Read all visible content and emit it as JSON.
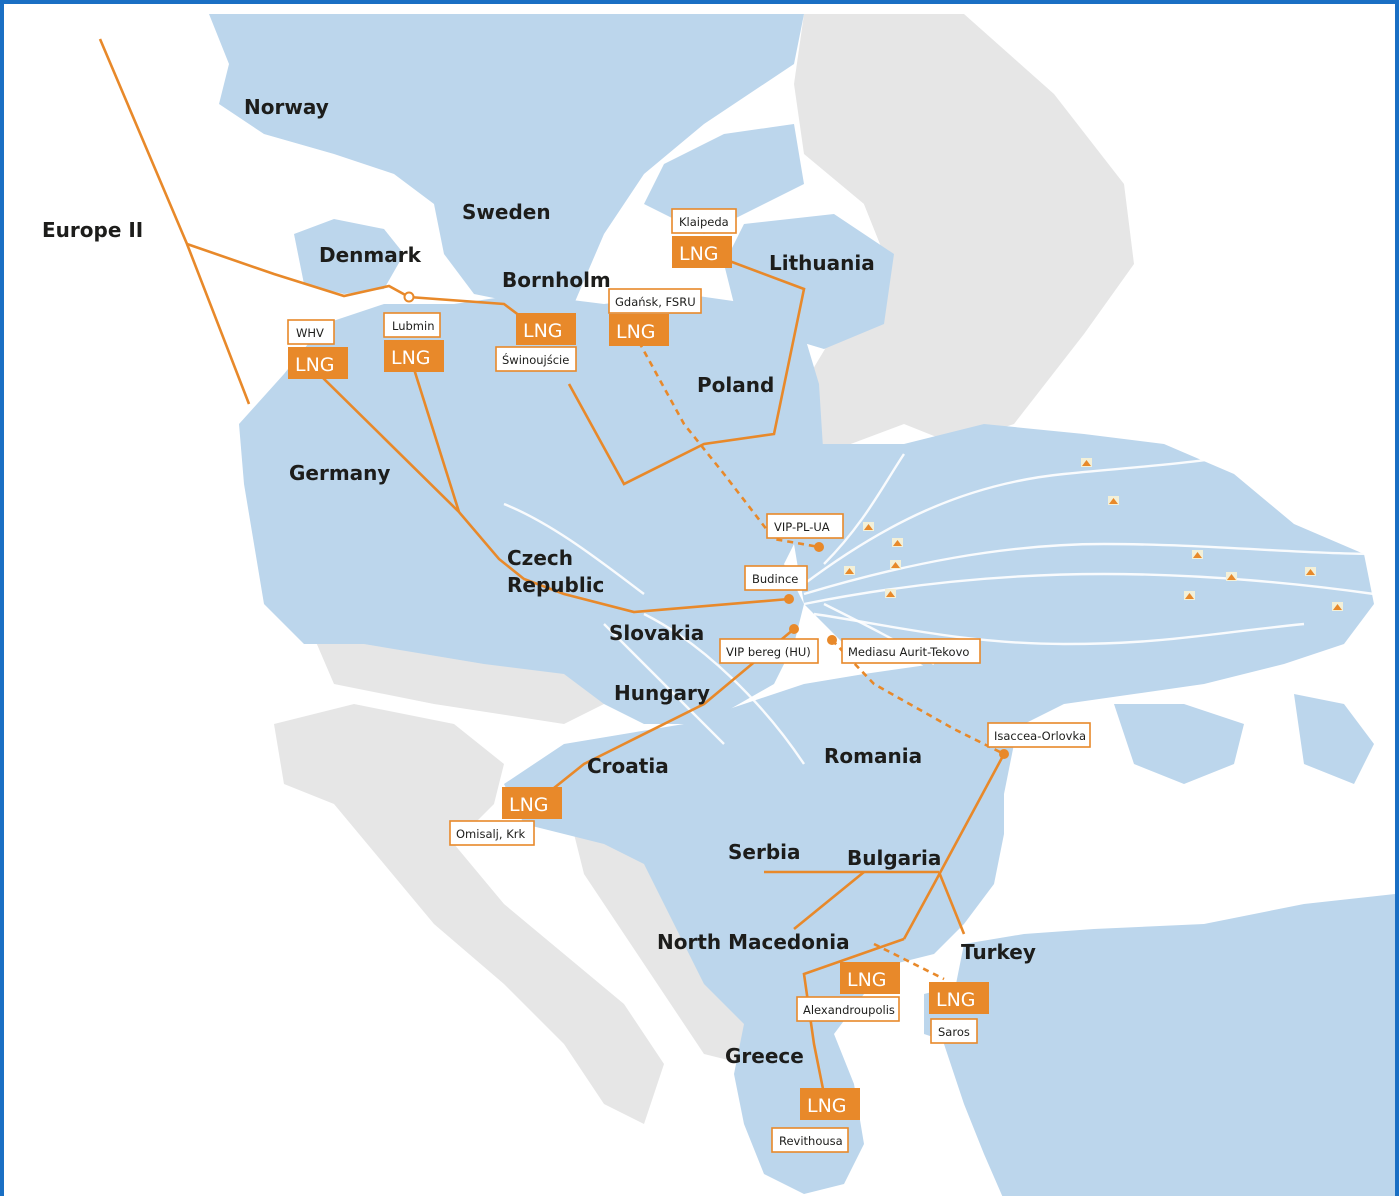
{
  "colors": {
    "highlight_land": "#bcd6ec",
    "other_land": "#e6e6e6",
    "sea": "#ffffff",
    "pipeline": "#e8892a",
    "frame": "#1a6fc4"
  },
  "icons": {
    "storage": "gas-storage-icon"
  },
  "labels": {
    "norway": "Norway",
    "sweden": "Sweden",
    "denmark": "Denmark",
    "europe2": "Europe II",
    "bornholm": "Bornholm",
    "lithuania": "Lithuania",
    "poland": "Poland",
    "germany": "Germany",
    "czech1": "Czech",
    "czech2": "Republic",
    "slovakia": "Slovakia",
    "hungary": "Hungary",
    "romania": "Romania",
    "croatia": "Croatia",
    "serbia": "Serbia",
    "bulgaria": "Bulgaria",
    "north_macedonia": "North Macedonia",
    "turkey": "Turkey",
    "greece": "Greece"
  },
  "points": {
    "klaipeda": "Klaipeda",
    "gdansk": "Gdańsk, FSRU",
    "lubmin": "Lubmin",
    "whv": "WHV",
    "swinoujscie": "Świnoujście",
    "vip_pl_ua": "VIP-PL-UA",
    "budince": "Budince",
    "vip_bereg": "VIP bereg (HU)",
    "mediasu": "Mediasu Aurit-Tekovo",
    "isaccea": "Isaccea-Orlovka",
    "omisalj": "Omisalj, Krk",
    "alexandroupolis": "Alexandroupolis",
    "saros": "Saros",
    "revithousa": "Revithousa"
  },
  "lng": "LNG"
}
